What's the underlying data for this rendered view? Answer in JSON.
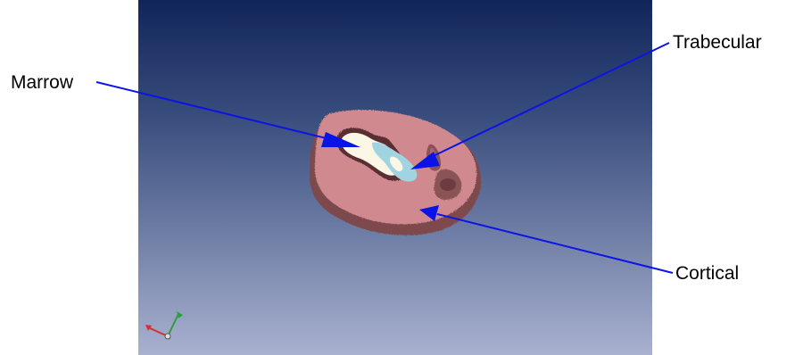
{
  "labels": {
    "marrow": "Marrow",
    "trabecular": "Trabecular",
    "cortical": "Cortical"
  },
  "colors": {
    "arrow": "#0a14e6",
    "cortical_bone": "#d08a8f",
    "marrow": "#fbf6e6",
    "trabecular": "#9fd4e0",
    "background_top": "#10255a",
    "background_bottom": "#a9b1cf"
  },
  "icons": {
    "axes_triad": "axes-triad-icon"
  }
}
